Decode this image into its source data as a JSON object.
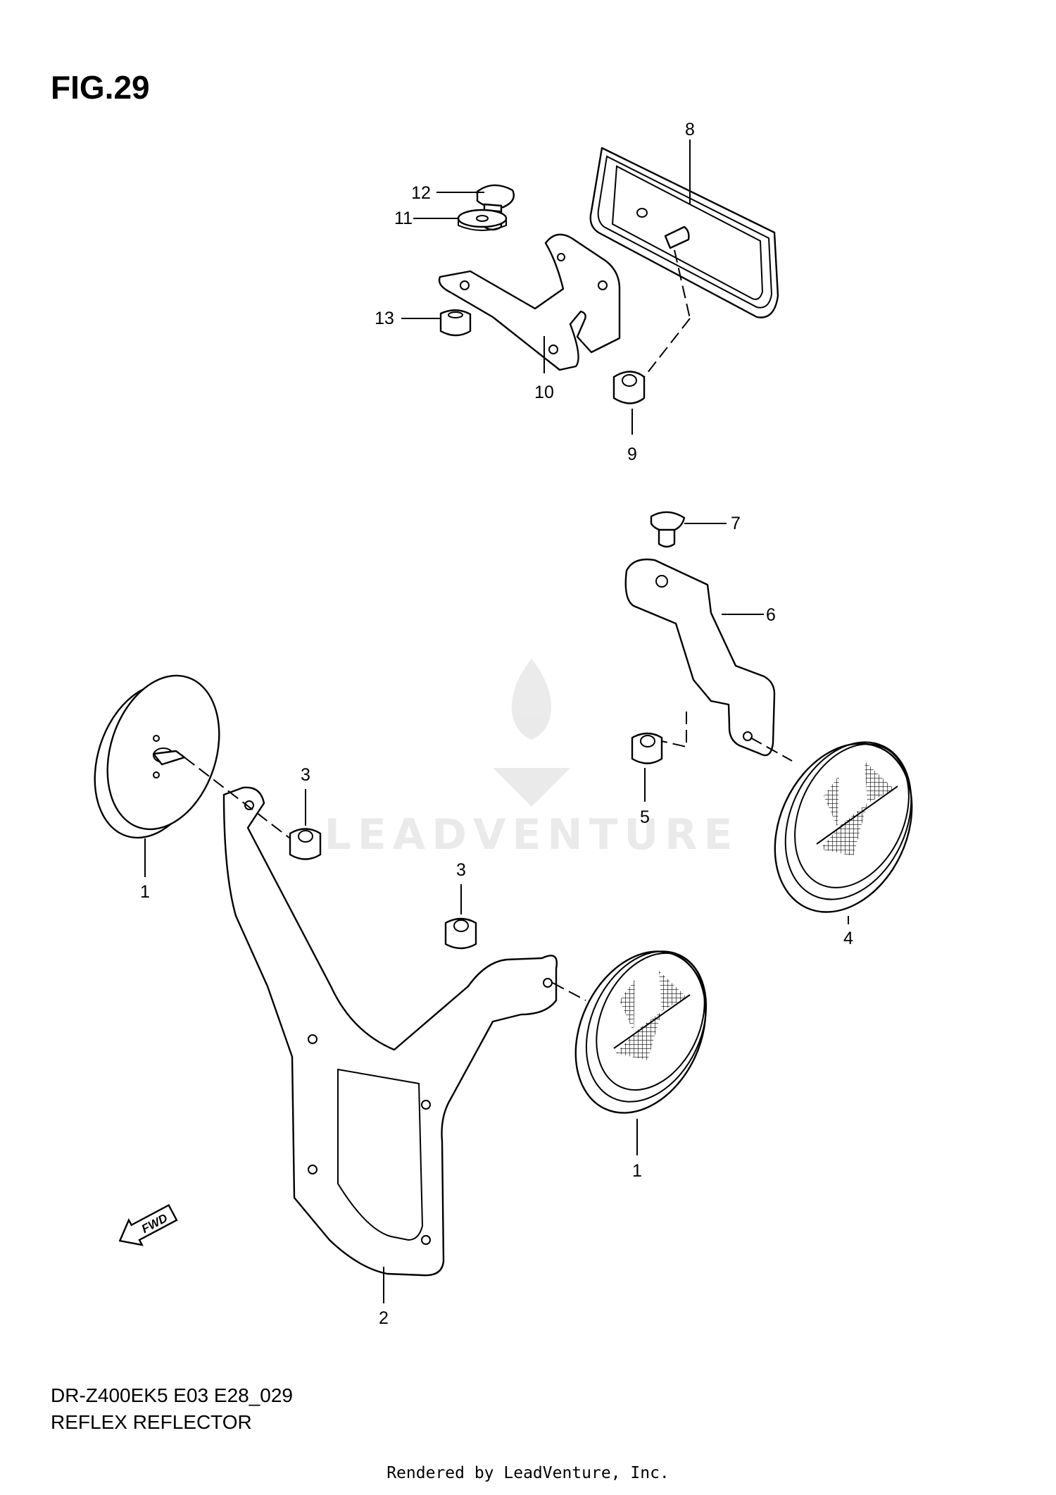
{
  "figure": {
    "title": "FIG.29",
    "model_code": "DR-Z400EK5 E03 E28_029",
    "caption": "REFLEX REFLECTOR"
  },
  "footer": {
    "rendered_by": "Rendered by LeadVenture, Inc."
  },
  "watermark": {
    "text": "LEADVENTURE"
  },
  "fwd_badge": {
    "label": "FWD"
  },
  "callouts": {
    "c1a": "1",
    "c1b": "1",
    "c2": "2",
    "c3a": "3",
    "c3b": "3",
    "c4": "4",
    "c5": "5",
    "c6": "6",
    "c7": "7",
    "c8": "8",
    "c9": "9",
    "c10": "10",
    "c11": "11",
    "c12": "12",
    "c13": "13"
  }
}
